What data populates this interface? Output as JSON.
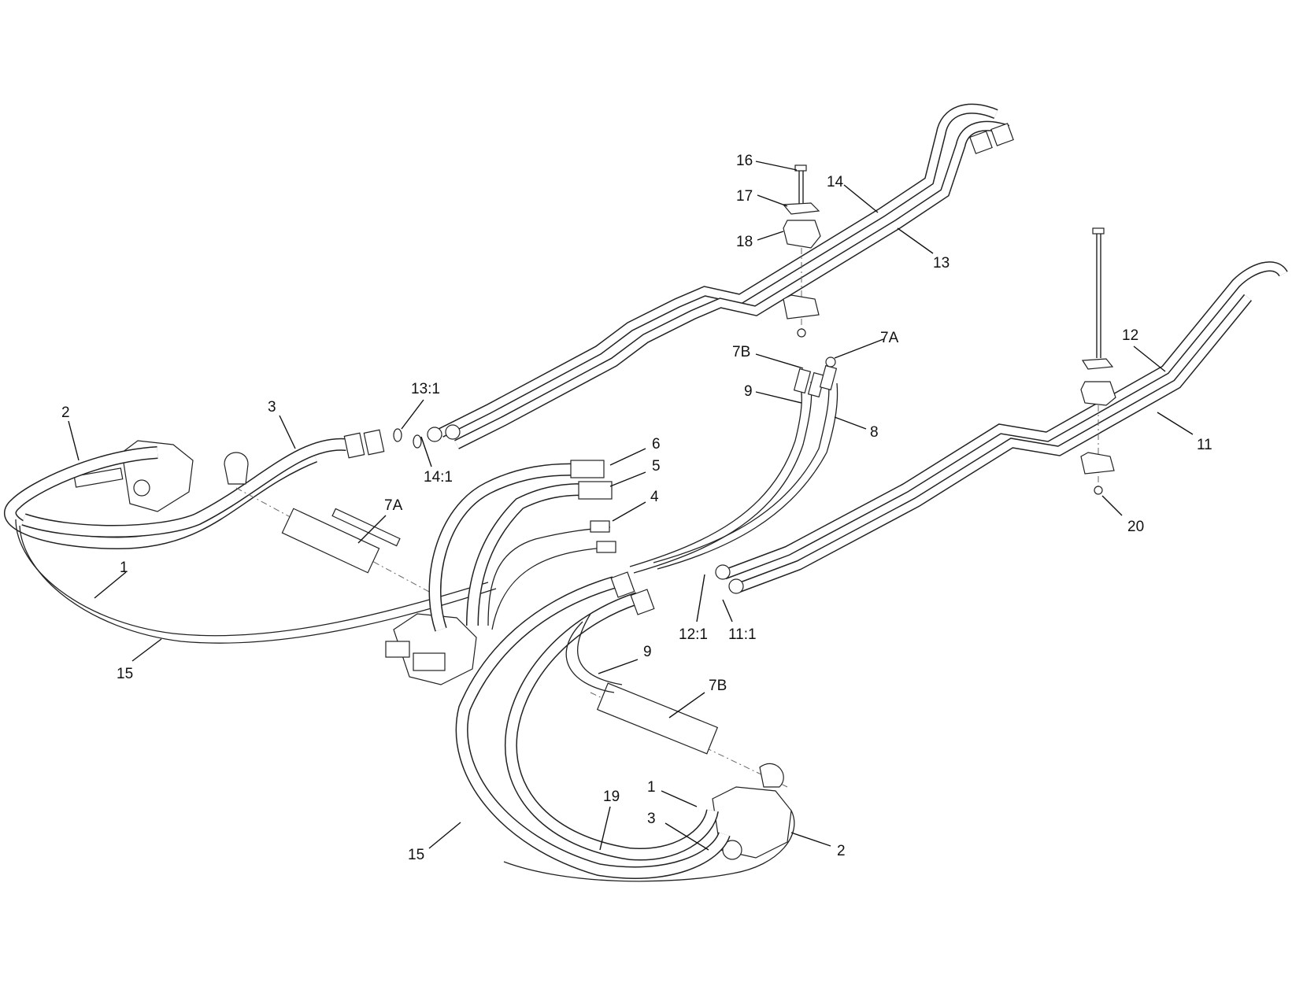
{
  "diagram": {
    "callouts": {
      "c16": "16",
      "c17": "17",
      "c18": "18",
      "c14": "14",
      "c13": "13",
      "c7a_top": "7A",
      "c7b_top": "7B",
      "c9_top": "9",
      "c8": "8",
      "c12": "12",
      "c11": "11",
      "c20": "20",
      "c2_left": "2",
      "c3_left": "3",
      "c13_1": "13:1",
      "c14_1": "14:1",
      "c6": "6",
      "c5": "5",
      "c4": "4",
      "c7a_mid": "7A",
      "c1_left": "1",
      "c15_left": "15",
      "c12_1": "12:1",
      "c11_1": "11:1",
      "c9_mid": "9",
      "c7b_mid": "7B",
      "c1_bottom": "1",
      "c19": "19",
      "c3_bottom": "3",
      "c15_bottom": "15",
      "c2_bottom": "2"
    }
  }
}
